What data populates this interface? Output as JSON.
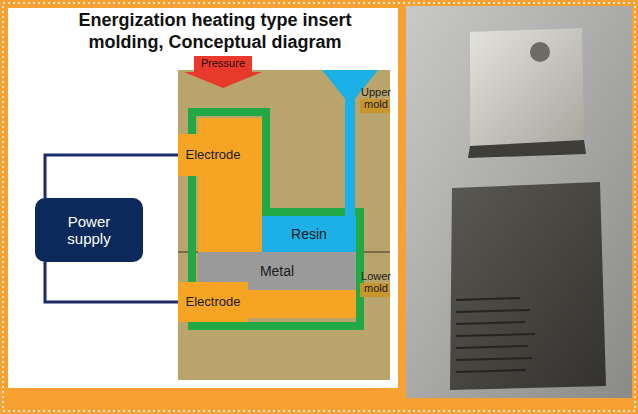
{
  "diagram": {
    "title": "Energization heating type insert molding, Conceptual diagram",
    "nodes": [
      {
        "text": [
          "Power supply"
        ]
      },
      {
        "text": [
          "Electrode"
        ]
      },
      {
        "text": [
          "Resin"
        ]
      },
      {
        "text": [
          "Metal"
        ]
      },
      {
        "text": [
          "Electrode"
        ]
      }
    ],
    "edges": [
      {
        "from": 0,
        "to": 1,
        "arrow": "none"
      },
      {
        "from": 0,
        "to": 4,
        "arrow": "none"
      }
    ],
    "labels": [
      "Pressure",
      "Upper mold",
      "Lower mold"
    ]
  }
}
